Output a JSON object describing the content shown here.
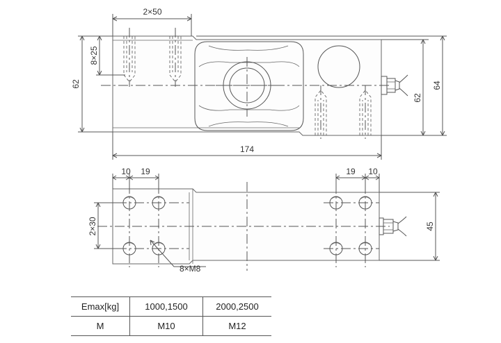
{
  "dims": {
    "top_pitch": "2×50",
    "side_holes": "8×25",
    "height_62": "62",
    "length_174": "174",
    "right_62": "62",
    "right_64": "64",
    "left_10": "10",
    "left_19": "19",
    "right_19": "19",
    "right_10": "10",
    "pitch_2x30": "2×30",
    "width_45": "45",
    "thread_label": "8×M8"
  },
  "spec_table": {
    "header": [
      "Emax[kg]",
      "1000,1500",
      "2000,2500"
    ],
    "row": [
      "M",
      "M10",
      "M12"
    ]
  }
}
